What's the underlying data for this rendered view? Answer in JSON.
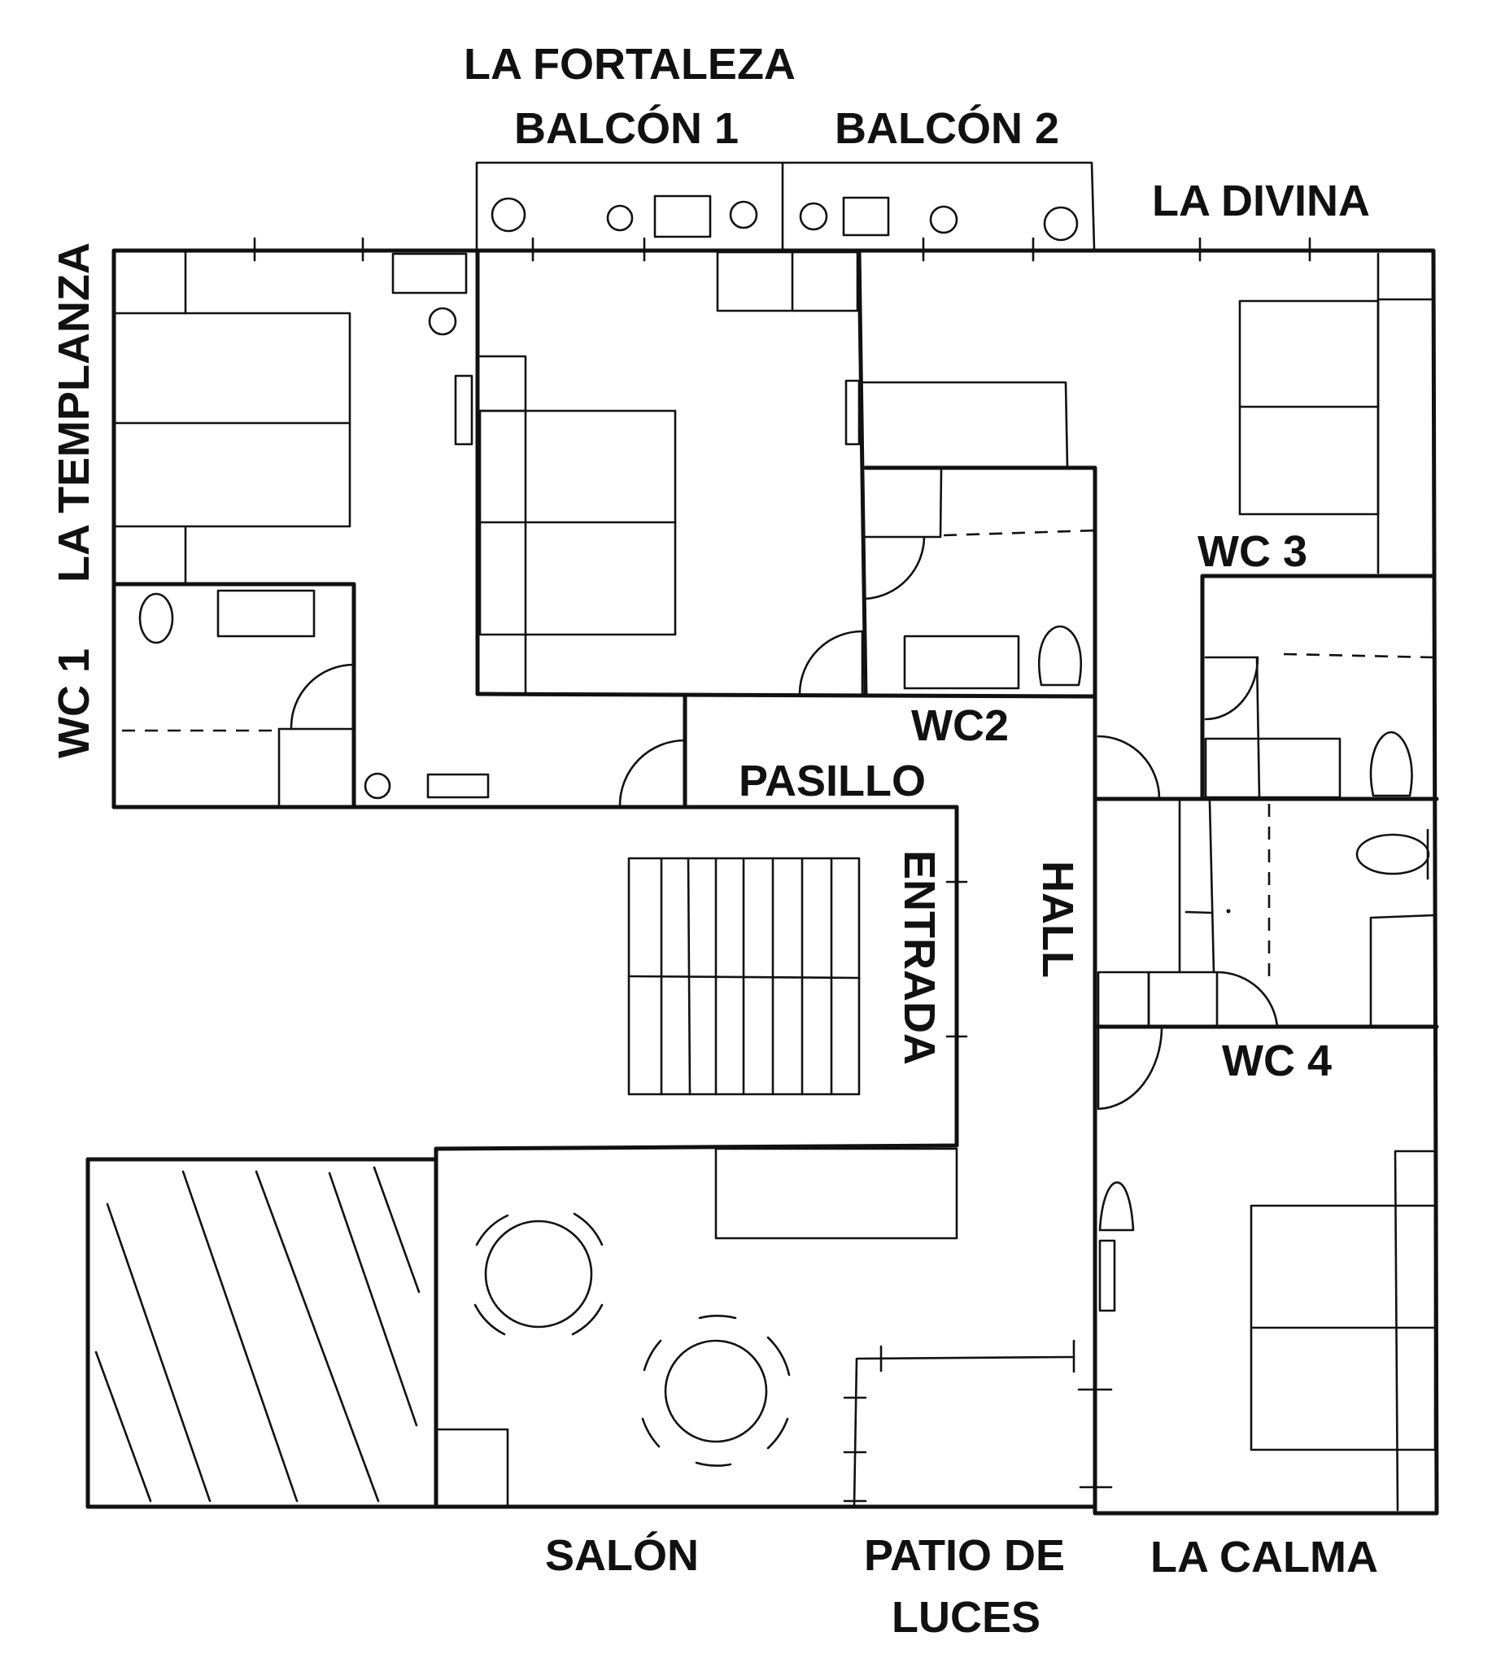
{
  "labels": {
    "la_fortaleza": "LA FORTALEZA",
    "balcon_1": "BALCÓN 1",
    "balcon_2": "BALCÓN 2",
    "la_divina": "LA DIVINA",
    "la_templanza": "LA TEMPLANZA",
    "wc_1": "WC 1",
    "wc_2": "WC2",
    "wc_3": "WC 3",
    "wc_4": "WC 4",
    "pasillo": "PASILLO",
    "entrada": "ENTRADA",
    "hall": "HALL",
    "salon": "SALÓN",
    "patio_de_luces_line1": "PATIO DE",
    "patio_de_luces_line2": "LUCES",
    "la_calma": "LA CALMA"
  },
  "colors": {
    "ink": "#111111",
    "paper": "#ffffff"
  }
}
